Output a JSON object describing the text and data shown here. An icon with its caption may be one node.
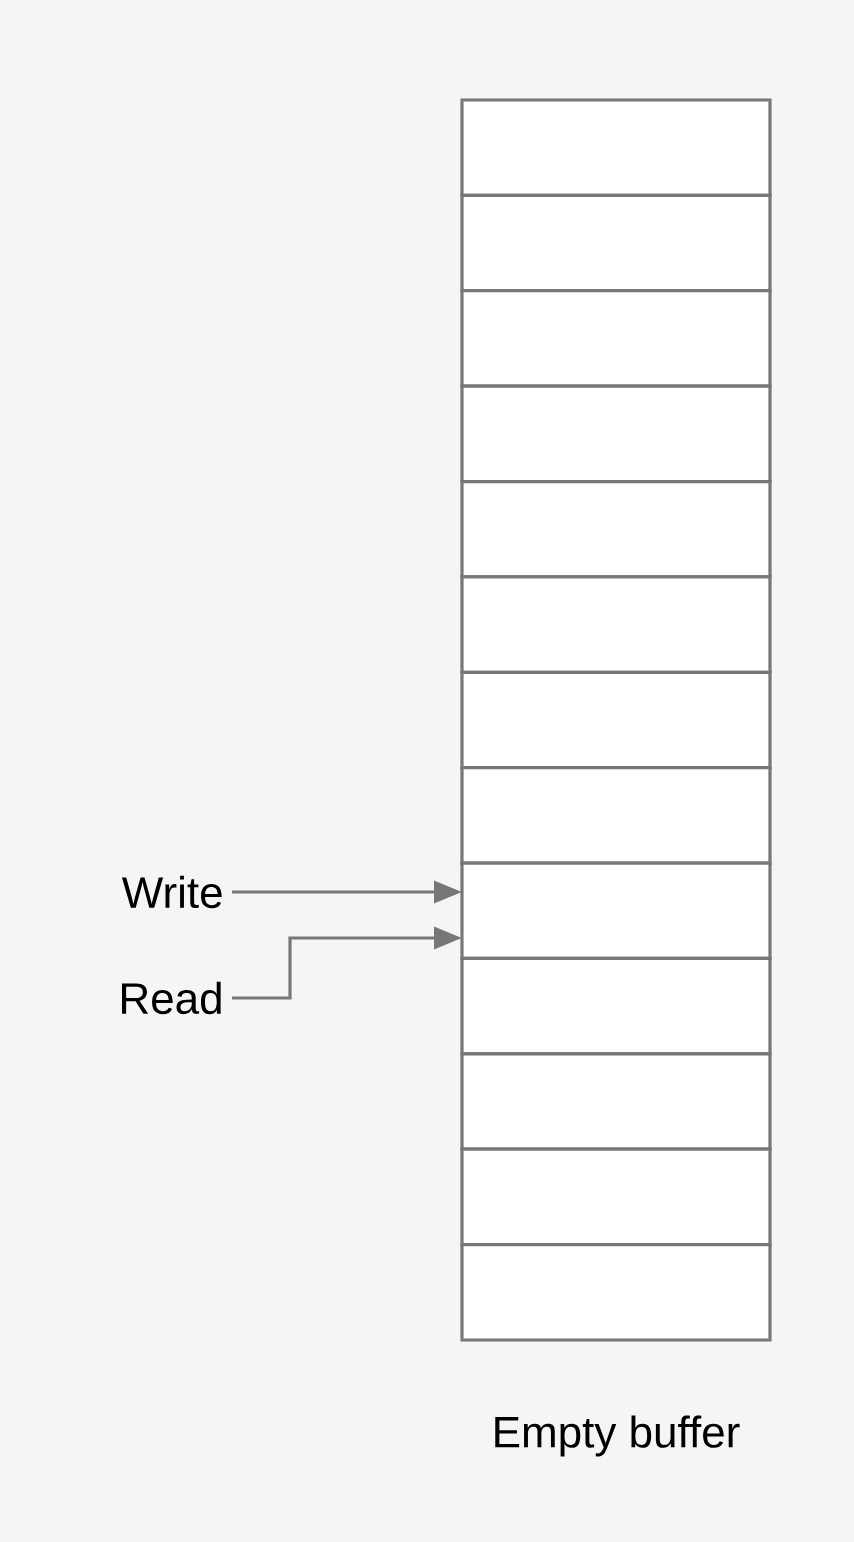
{
  "diagram": {
    "caption": "Empty buffer",
    "nodes": [
      {
        "text": [
          "Write"
        ]
      },
      {
        "text": [
          "Read"
        ]
      },
      {
        "text": [],
        "shape": "box"
      },
      {
        "text": [],
        "shape": "box"
      },
      {
        "text": [],
        "shape": "box"
      },
      {
        "text": [],
        "shape": "box"
      },
      {
        "text": [],
        "shape": "box"
      },
      {
        "text": [],
        "shape": "box"
      },
      {
        "text": [],
        "shape": "box"
      },
      {
        "text": [],
        "shape": "box"
      },
      {
        "text": [],
        "shape": "box"
      },
      {
        "text": [],
        "shape": "box"
      },
      {
        "text": [],
        "shape": "box"
      },
      {
        "text": [],
        "shape": "box"
      },
      {
        "text": [],
        "shape": "box"
      }
    ],
    "edges": [
      {
        "from": 0,
        "to": 10,
        "arrow": "to"
      },
      {
        "from": 1,
        "to": 10,
        "arrow": "to"
      }
    ]
  }
}
